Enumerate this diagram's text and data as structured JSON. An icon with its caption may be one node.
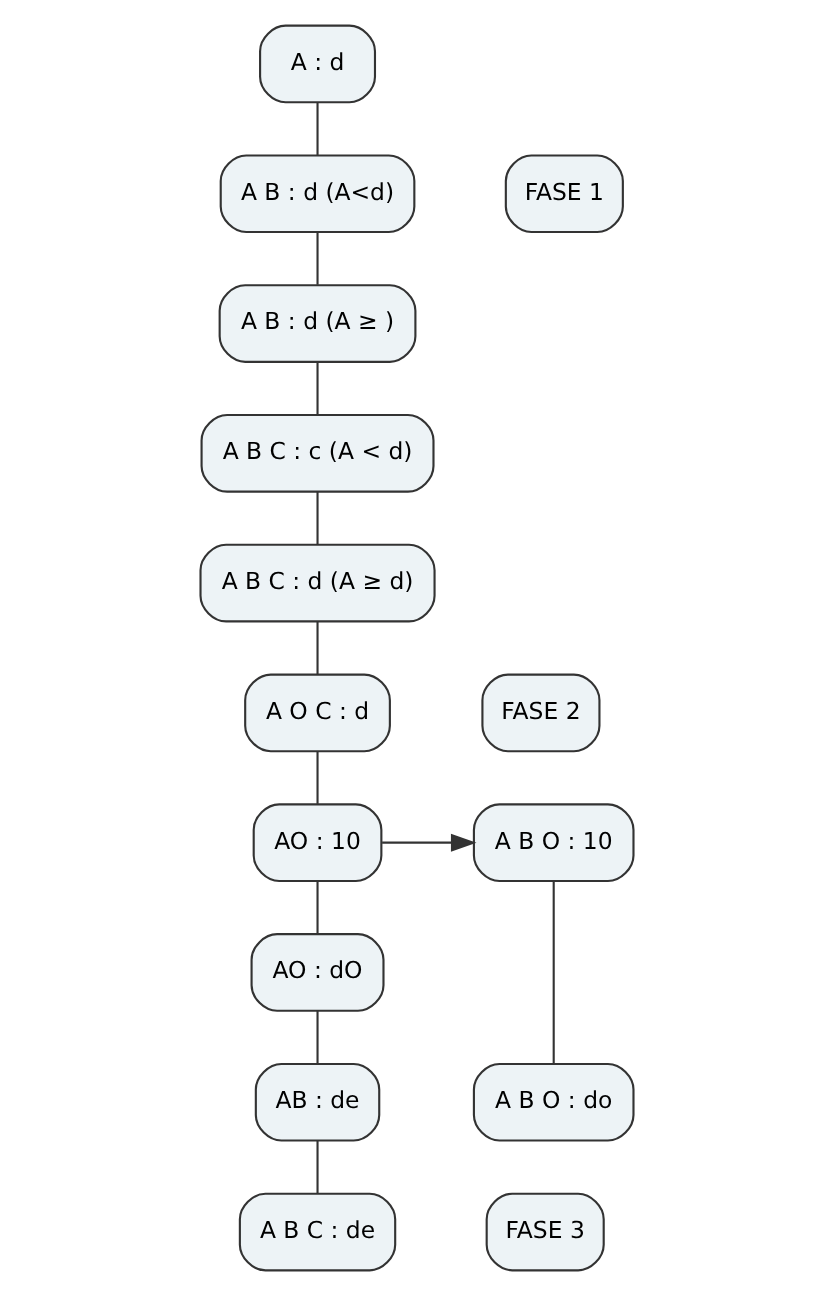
{
  "diagram": {
    "nodes": [
      {
        "text": [
          "A : d"
        ]
      },
      {
        "text": [
          "A B : d (A<d)"
        ]
      },
      {
        "text": [
          "FASE 1"
        ]
      },
      {
        "text": [
          "A B : d (A ≥ )"
        ]
      },
      {
        "text": [
          "A B C : c (A < d)"
        ]
      },
      {
        "text": [
          "A B C : d (A ≥ d)"
        ]
      },
      {
        "text": [
          "A O C : d"
        ]
      },
      {
        "text": [
          "FASE 2"
        ]
      },
      {
        "text": [
          "AO : 10"
        ]
      },
      {
        "text": [
          "A B O : 10"
        ]
      },
      {
        "text": [
          "AO : dO"
        ]
      },
      {
        "text": [
          "A B O : do"
        ]
      },
      {
        "text": [
          "AB : de"
        ]
      },
      {
        "text": [
          "A B C : de"
        ]
      },
      {
        "text": [
          "FASE 3"
        ]
      }
    ],
    "edges": [
      {
        "from": 0,
        "to": 1,
        "arrow": "none"
      },
      {
        "from": 1,
        "to": 3,
        "arrow": "none"
      },
      {
        "from": 3,
        "to": 4,
        "arrow": "none"
      },
      {
        "from": 4,
        "to": 5,
        "arrow": "none"
      },
      {
        "from": 5,
        "to": 6,
        "arrow": "none"
      },
      {
        "from": 6,
        "to": 8,
        "arrow": "none"
      },
      {
        "from": 8,
        "to": 9,
        "arrow": "to"
      },
      {
        "from": 8,
        "to": 10,
        "arrow": "none"
      },
      {
        "from": 10,
        "to": 12,
        "arrow": "none"
      },
      {
        "from": 12,
        "to": 13,
        "arrow": "none"
      },
      {
        "from": 9,
        "to": 11,
        "arrow": "none"
      }
    ]
  }
}
